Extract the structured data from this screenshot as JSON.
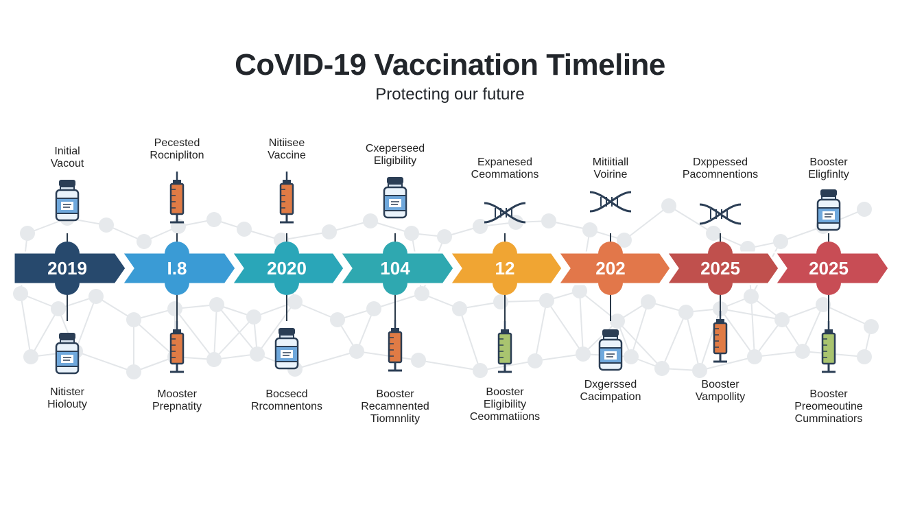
{
  "header": {
    "title": "CoVID-19 Vaccination Timeline",
    "subtitle": "Protecting our future"
  },
  "milestones": [
    {
      "year": "2019",
      "color": "#27496d",
      "top_label": "Initial\nVacout",
      "top_icon": "vial-icon",
      "bottom_label": "Nitister\nHiolouty",
      "bottom_icon": "vial-icon"
    },
    {
      "year": "I.8",
      "color": "#3a9bd5",
      "top_label": "Pecested\nRocnipliton",
      "top_icon": "syringe-icon",
      "bottom_label": "Mooster\nPrepnatity",
      "bottom_icon": "syringe-icon"
    },
    {
      "year": "2020",
      "color": "#2aa6b8",
      "top_label": "Nitiisee\nVaccine",
      "top_icon": "syringe-icon",
      "bottom_label": "Bocsecd\nRrcomnentons",
      "bottom_icon": "vial-icon"
    },
    {
      "year": "104",
      "color": "#2fa8b0",
      "top_label": "Cxeperseed\nEligibility",
      "top_icon": "vial-icon",
      "bottom_label": "Booster\nRecamnented\nTiomnnlity",
      "bottom_icon": "syringe-icon"
    },
    {
      "year": "12",
      "color": "#f0a533",
      "top_label": "Expanesed\nCeommations",
      "top_icon": "dna-icon",
      "bottom_label": "Booster\nEligibility\nCeommatiions",
      "bottom_icon": "syringe-icon"
    },
    {
      "year": "202",
      "color": "#e2774a",
      "top_label": "Mitiitiall\nVoirine",
      "top_icon": "dna-icon",
      "bottom_label": "Dxgerssed\nCacimpation",
      "bottom_icon": "vial-icon"
    },
    {
      "year": "2025",
      "color": "#c0504d",
      "top_label": "Dxppessed\nPacomnentions",
      "top_icon": "dna-icon",
      "bottom_label": "Booster\nVampollity",
      "bottom_icon": "syringe-icon"
    },
    {
      "year": "2025",
      "color": "#c84d55",
      "top_label": "Booster\nEligfinlty",
      "top_icon": "vial-icon",
      "bottom_label": "Booster\nPreomeoutine\nCumminatiors",
      "bottom_icon": "syringe-icon"
    }
  ]
}
